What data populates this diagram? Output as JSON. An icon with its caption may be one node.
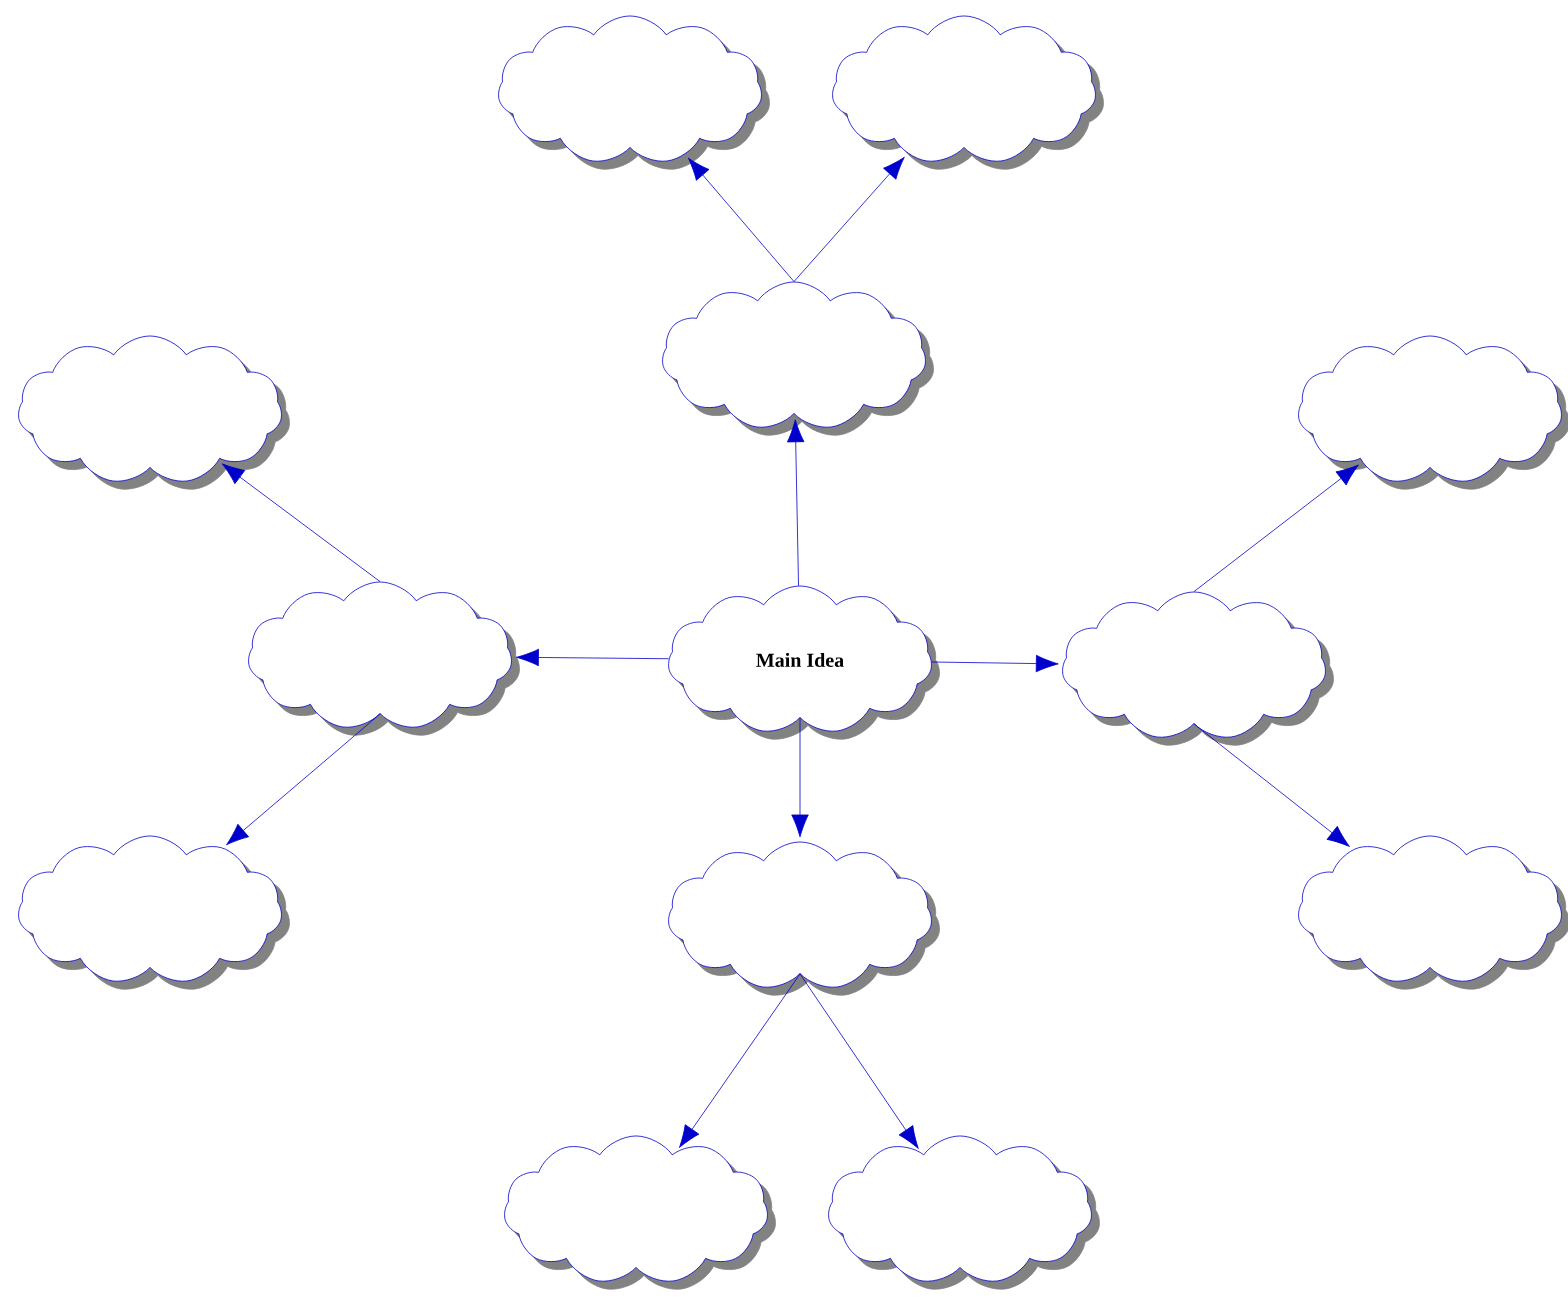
{
  "diagram": {
    "nodes": [
      {
        "text": [
          "Main Idea"
        ]
      },
      {
        "text": [],
        "shape": "cloud"
      },
      {
        "text": [],
        "shape": "cloud"
      },
      {
        "text": [],
        "shape": "cloud"
      },
      {
        "text": [],
        "shape": "cloud"
      },
      {
        "text": [],
        "shape": "cloud"
      },
      {
        "text": [],
        "shape": "cloud"
      },
      {
        "text": [],
        "shape": "cloud"
      },
      {
        "text": [],
        "shape": "cloud"
      },
      {
        "text": [],
        "shape": "cloud"
      },
      {
        "text": [],
        "shape": "cloud"
      },
      {
        "text": [],
        "shape": "cloud"
      },
      {
        "text": [],
        "shape": "cloud"
      }
    ],
    "edges": [
      {
        "from": 0,
        "to": 1,
        "arrow": "to"
      },
      {
        "from": 1,
        "to": 2,
        "arrow": "to"
      },
      {
        "from": 1,
        "to": 3,
        "arrow": "to"
      },
      {
        "from": 0,
        "to": 4,
        "arrow": "to"
      },
      {
        "from": 4,
        "to": 5,
        "arrow": "to"
      },
      {
        "from": 4,
        "to": 6,
        "arrow": "to"
      },
      {
        "from": 0,
        "to": 7,
        "arrow": "to"
      },
      {
        "from": 7,
        "to": 8,
        "arrow": "to"
      },
      {
        "from": 7,
        "to": 9,
        "arrow": "to"
      },
      {
        "from": 0,
        "to": 10,
        "arrow": "to"
      },
      {
        "from": 10,
        "to": 11,
        "arrow": "to"
      },
      {
        "from": 10,
        "to": 12,
        "arrow": "to"
      }
    ]
  }
}
